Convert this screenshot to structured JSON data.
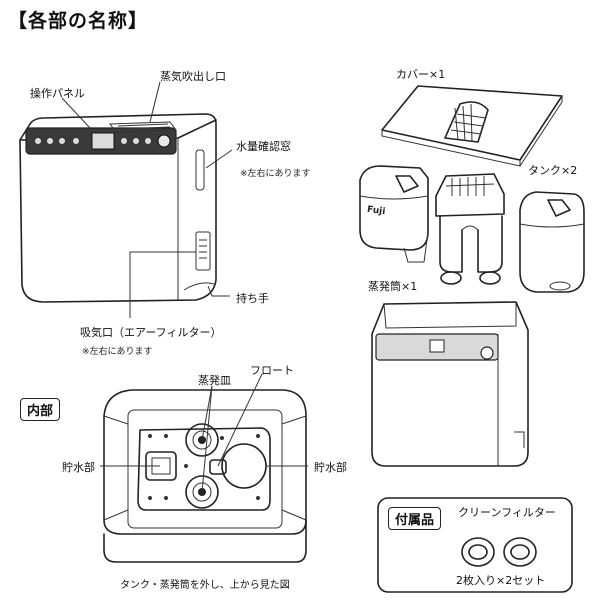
{
  "title": "【各部の名称】",
  "main_unit": {
    "labels": {
      "steam_outlet": "蒸気吹出し口",
      "control_panel": "操作パネル",
      "water_window": "水量確認窓",
      "water_window_note": "※左右にあります",
      "handle": "持ち手",
      "air_intake": "吸気口（エアーフィルター）",
      "air_intake_note": "※左右にあります"
    },
    "panel_logo": "Fuji"
  },
  "parts": {
    "cover": "カバー×1",
    "tank": "タンク×2",
    "evaporator": "蒸発筒×1"
  },
  "interior": {
    "heading": "内部",
    "evap_tray": "蒸発皿",
    "float": "フロート",
    "reservoir_left": "貯水部",
    "reservoir_right": "貯水部",
    "caption": "タンク・蒸発筒を外し、上から見た図"
  },
  "accessories": {
    "heading": "付属品",
    "filter_name": "クリーンフィルター",
    "filter_qty": "2枚入り×2セット"
  }
}
